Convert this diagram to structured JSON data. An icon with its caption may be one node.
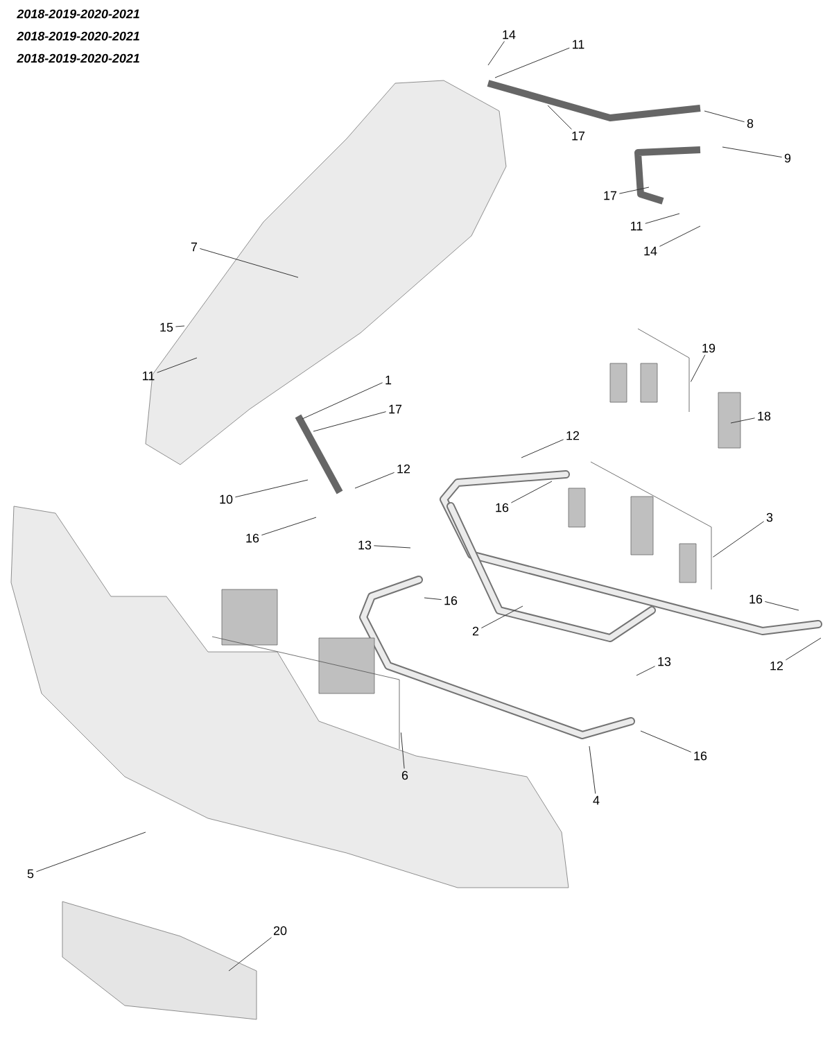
{
  "diagram": {
    "nodes": [
      {
        "text": [
          "14"
        ]
      },
      {
        "text": [
          "11"
        ]
      },
      {
        "text": [
          "17"
        ]
      },
      {
        "text": [
          "8"
        ]
      },
      {
        "text": [
          "9"
        ]
      },
      {
        "text": [
          "17"
        ]
      },
      {
        "text": [
          "11"
        ]
      },
      {
        "text": [
          "14"
        ]
      },
      {
        "text": [
          "7"
        ]
      },
      {
        "text": [
          "15"
        ]
      },
      {
        "text": [
          "11"
        ]
      },
      {
        "text": [
          "1"
        ]
      },
      {
        "text": [
          "17"
        ]
      },
      {
        "text": [
          "10"
        ]
      },
      {
        "text": [
          "12"
        ]
      },
      {
        "text": [
          "16"
        ]
      },
      {
        "text": [
          "13"
        ]
      },
      {
        "text": [
          "19"
        ]
      },
      {
        "text": [
          "18"
        ]
      },
      {
        "text": [
          "12"
        ]
      },
      {
        "text": [
          "16"
        ]
      },
      {
        "text": [
          "3"
        ]
      },
      {
        "text": [
          "16"
        ]
      },
      {
        "text": [
          "2"
        ]
      },
      {
        "text": [
          "13"
        ]
      },
      {
        "text": [
          "12"
        ]
      },
      {
        "text": [
          "16"
        ]
      },
      {
        "text": [
          "6"
        ]
      },
      {
        "text": [
          "4"
        ]
      },
      {
        "text": [
          "16"
        ]
      },
      {
        "text": [
          "5"
        ]
      },
      {
        "text": [
          "20"
        ]
      },
      {
        "text": [],
        "shape": "bracket"
      },
      {
        "text": [],
        "shape": "bracket"
      },
      {
        "text": [],
        "shape": "bracket"
      }
    ],
    "edges": [
      {
        "from": 0,
        "to": null,
        "arrow": "none"
      },
      {
        "from": 1,
        "to": null,
        "arrow": "none"
      },
      {
        "from": 2,
        "to": null,
        "arrow": "none"
      },
      {
        "from": 3,
        "to": null,
        "arrow": "none"
      },
      {
        "from": 4,
        "to": null,
        "arrow": "none"
      },
      {
        "from": 5,
        "to": null,
        "arrow": "none"
      },
      {
        "from": 6,
        "to": null,
        "arrow": "none"
      },
      {
        "from": 7,
        "to": null,
        "arrow": "none"
      },
      {
        "from": 8,
        "to": null,
        "arrow": "none"
      },
      {
        "from": 9,
        "to": null,
        "arrow": "none"
      },
      {
        "from": 10,
        "to": null,
        "arrow": "none"
      },
      {
        "from": 11,
        "to": null,
        "arrow": "none"
      },
      {
        "from": 12,
        "to": null,
        "arrow": "none"
      },
      {
        "from": 13,
        "to": null,
        "arrow": "none"
      },
      {
        "from": 14,
        "to": null,
        "arrow": "none"
      },
      {
        "from": 15,
        "to": null,
        "arrow": "none"
      },
      {
        "from": 16,
        "to": null,
        "arrow": "none"
      },
      {
        "from": 17,
        "to": 32,
        "arrow": "none"
      },
      {
        "from": 18,
        "to": null,
        "arrow": "none"
      },
      {
        "from": 19,
        "to": null,
        "arrow": "none"
      },
      {
        "from": 20,
        "to": null,
        "arrow": "none"
      },
      {
        "from": 21,
        "to": 33,
        "arrow": "none"
      },
      {
        "from": 22,
        "to": null,
        "arrow": "none"
      },
      {
        "from": 23,
        "to": null,
        "arrow": "none"
      },
      {
        "from": 24,
        "to": null,
        "arrow": "none"
      },
      {
        "from": 25,
        "to": null,
        "arrow": "none"
      },
      {
        "from": 26,
        "to": null,
        "arrow": "none"
      },
      {
        "from": 27,
        "to": 34,
        "arrow": "none"
      },
      {
        "from": 28,
        "to": null,
        "arrow": "none"
      },
      {
        "from": 29,
        "to": null,
        "arrow": "none"
      },
      {
        "from": 30,
        "to": null,
        "arrow": "none"
      },
      {
        "from": 31,
        "to": null,
        "arrow": "none"
      }
    ],
    "labels": [
      "2018-2019-2020-2021",
      "2018-2019-2020-2021",
      "2018-2019-2020-2021"
    ]
  }
}
